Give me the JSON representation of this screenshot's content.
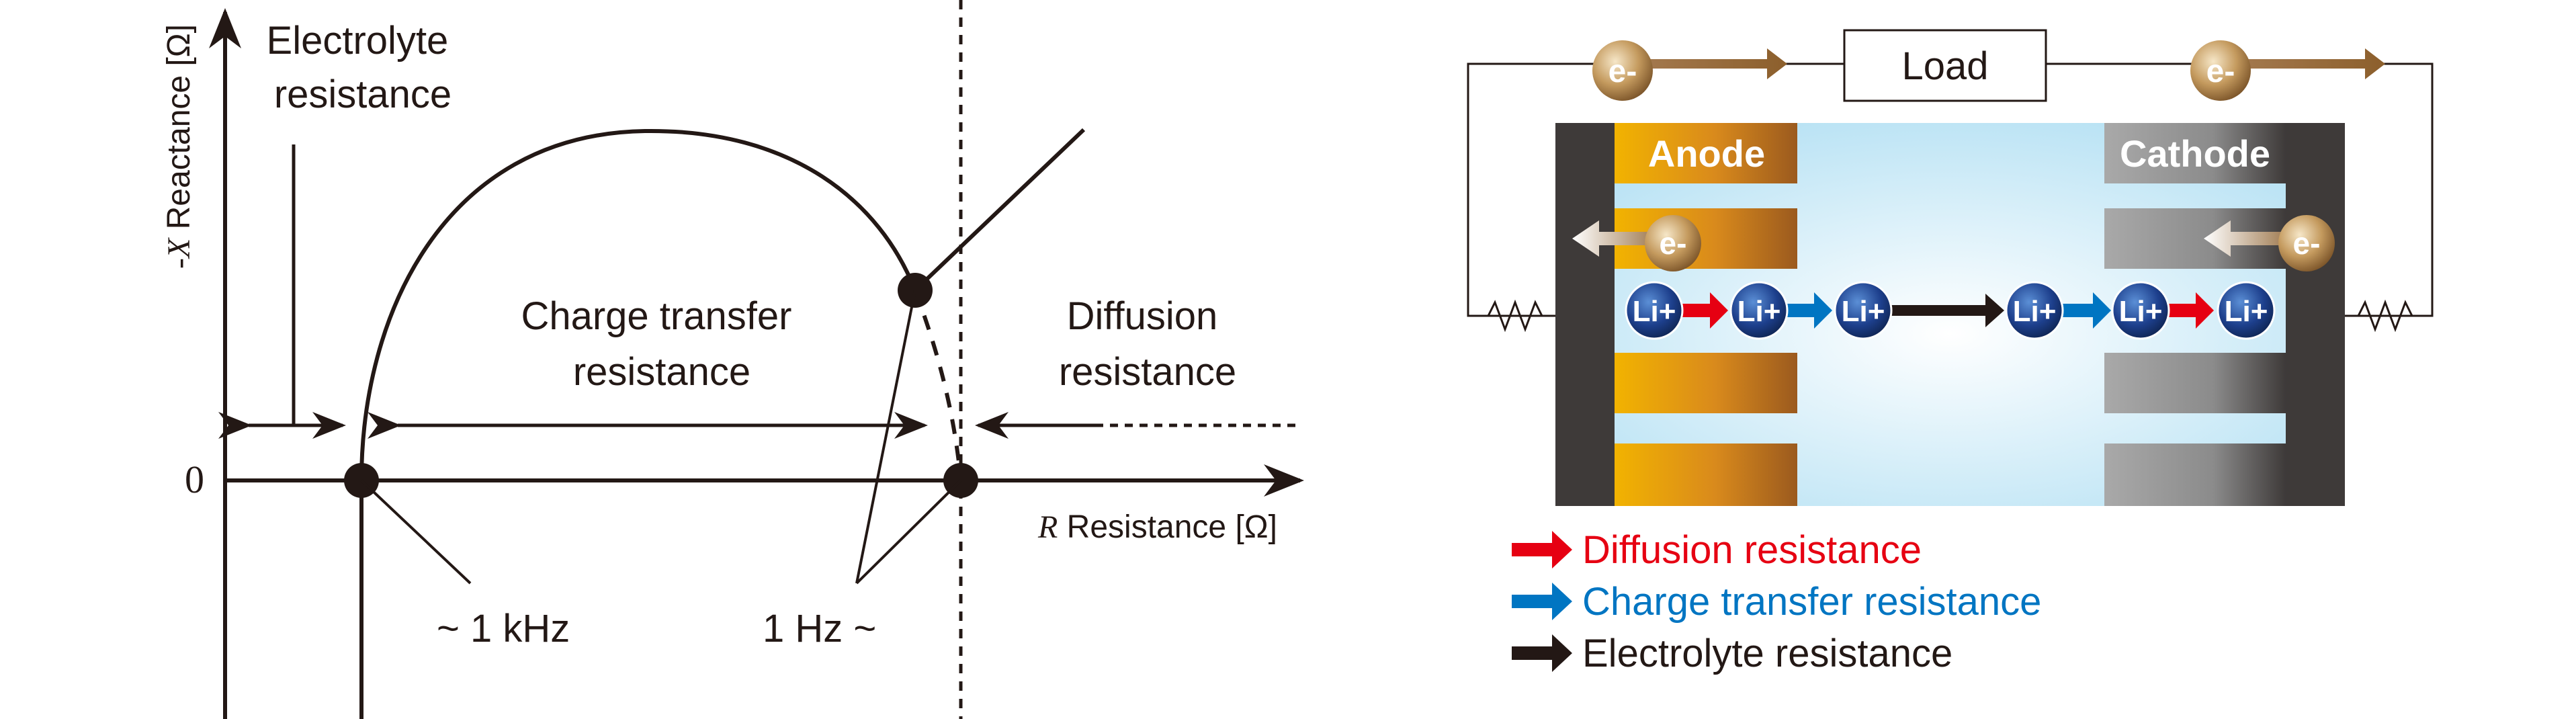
{
  "nyquist": {
    "y_axis_symbol": "-X",
    "y_axis_label": " Reactance [Ω]",
    "x_axis_symbol": "R",
    "x_axis_label": " Resistance [Ω]",
    "origin_label": "0",
    "electrolyte_label_line1": "Electrolyte",
    "electrolyte_label_line2": "resistance",
    "charge_transfer_line1": "Charge transfer",
    "charge_transfer_line2": "resistance",
    "diffusion_line1": "Diffusion",
    "diffusion_line2": "resistance",
    "freq_high": "~ 1 kHz",
    "freq_low": "1 Hz ~"
  },
  "cell": {
    "load_label": "Load",
    "electron_label": "e-",
    "anode_label": "Anode",
    "cathode_label": "Cathode",
    "ion_label": "Li+"
  },
  "legend": {
    "diffusion": "Diffusion resistance",
    "charge_transfer": "Charge transfer resistance",
    "electrolyte": "Electrolyte resistance"
  },
  "colors": {
    "diffusion": "#e60012",
    "charge_transfer": "#0075c2",
    "electrolyte": "#231815",
    "electron": "#a67c52",
    "ion": "#1d3f8c"
  }
}
